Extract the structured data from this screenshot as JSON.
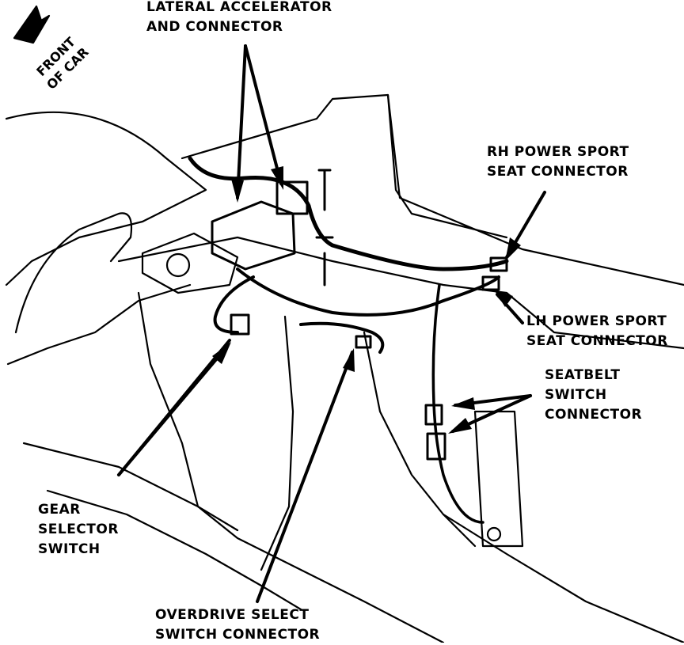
{
  "labels": {
    "lateral_accelerator": [
      "LATERAL ACCELERATOR",
      "AND CONNECTOR"
    ],
    "rh_power_sport": [
      "RH POWER SPORT",
      "SEAT CONNECTOR"
    ],
    "lh_power_sport": [
      "LH POWER SPORT",
      "SEAT CONNECTOR"
    ],
    "seatbelt_switch": [
      "SEATBELT",
      "SWITCH",
      "CONNECTOR"
    ],
    "gear_selector": [
      "GEAR",
      "SELECTOR",
      "SWITCH"
    ],
    "overdrive_select": [
      "OVERDRIVE SELECT",
      "SWITCH CONNECTOR"
    ],
    "front_of_car": [
      "FRONT",
      "OF CAR"
    ]
  },
  "colors": {
    "ink": "#000000",
    "paper": "#ffffff"
  }
}
